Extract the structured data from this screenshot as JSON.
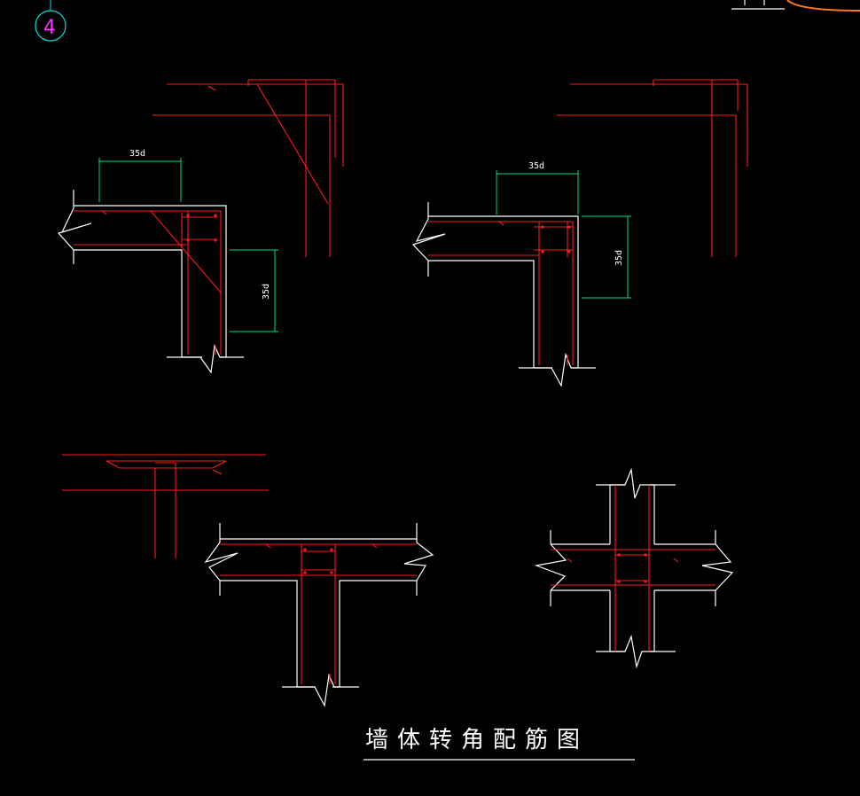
{
  "drawing": {
    "title": "墙体转角配筋图",
    "axis_marker": "4",
    "dimensions": {
      "d1_horizontal": "35d",
      "d1_vertical": "35d",
      "d2_horizontal": "35d",
      "d2_vertical": "35d"
    },
    "colors": {
      "background": "#000000",
      "wall_outline": "#ffffff",
      "rebar": "#ff1a1a",
      "dimension": "#00e08a",
      "axis_circle": "#00e0e0",
      "axis_text": "#ff33ff",
      "sketch_line": "#ff7a1a"
    }
  }
}
